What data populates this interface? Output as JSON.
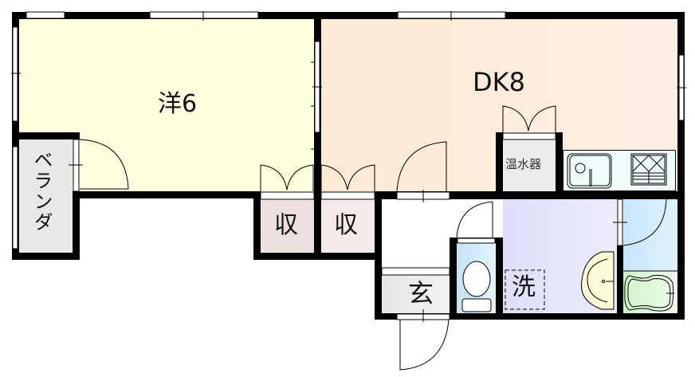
{
  "floorplan": {
    "rooms": {
      "western_room": {
        "label": "洋6",
        "color": "#ffffe0"
      },
      "dining_kitchen": {
        "label": "DK8",
        "color": "#fdebd7"
      },
      "veranda": {
        "label": "ベランダ",
        "color": "#e8e8e8"
      },
      "closet_1": {
        "label": "収",
        "color": "#f0e2e2"
      },
      "closet_2": {
        "label": "収",
        "color": "#f4eaea"
      },
      "entrance": {
        "label": "玄",
        "color": "#ececec"
      },
      "water_heater": {
        "label": "温水器",
        "color": "#ececec"
      },
      "washroom": {
        "label": "洗",
        "color": "#e6e6fa"
      },
      "toilet": {
        "label": "",
        "color": "#cfe9fb"
      },
      "bathroom": {
        "label": "",
        "color": "#d4ecfb"
      },
      "kitchen_counter": {
        "label": "",
        "color": "#eefbfc"
      }
    },
    "colors": {
      "wall": "#000000",
      "bathtub": "#d8f5d0",
      "washbasin": "#fffbd8"
    }
  }
}
